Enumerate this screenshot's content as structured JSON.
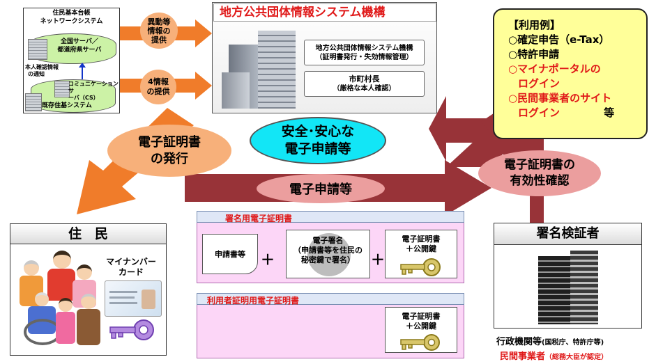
{
  "network": {
    "title_line1": "住民基本台帳",
    "title_line2": "ネットワークシステム",
    "prefectural_server_line1": "全国サーバ／",
    "prefectural_server_line2": "都道府県サーバ",
    "notice_line1": "本人確認情報",
    "notice_line2": "の通知",
    "cs_line1": "コミュニケーションサ",
    "cs_line2": "ーバ（CS）",
    "existing_system": "既存住基システム"
  },
  "arrows": {
    "transfer_info_line1": "異動等",
    "transfer_info_line2": "情報の",
    "transfer_info_line3": "提供",
    "four_info_line1": "4情報",
    "four_info_line2": "の提供"
  },
  "jlis": {
    "title": "地方公共団体情報システム機構",
    "desc_line1": "地方公共団体情報システム機構",
    "desc_line2": "（証明書発行・失効情報管理）",
    "mayor_line1": "市町村長",
    "mayor_line2": "（厳格な本人確認）"
  },
  "usage": {
    "heading": "【利用例】",
    "item1": "○確定申告（e-Tax）",
    "item2": "○特許申請",
    "item3_line1": "○マイナポータルの",
    "item3_line2": "ログイン",
    "item4_line1": "○民間事業者のサイト",
    "item4_line2": "ログイン",
    "item4_suffix": "等"
  },
  "ovals": {
    "issue_line1": "電子証明書",
    "issue_line2": "の発行",
    "safe_line1": "安全･安心な",
    "safe_line2": "電子申請等",
    "apply": "電子申請等",
    "validity_line1": "電子証明書の",
    "validity_line2": "有効性確認"
  },
  "resident": {
    "title": "住　民",
    "card_line1": "マイナンバー",
    "card_line2": "カード"
  },
  "signature_cert": {
    "tag": "署名用電子証明書",
    "application": "申請書等",
    "plus1": "＋",
    "sign_line1": "電子署名",
    "sign_line2": "（申請書等を住民の",
    "sign_line3": "秘密鍵で署名）",
    "plus2": "＋",
    "cert_line1": "電子証明書",
    "cert_line2": "＋公開鍵"
  },
  "user_cert": {
    "tag": "利用者証明用電子証明書",
    "cert_line1": "電子証明書",
    "cert_line2": "＋公開鍵"
  },
  "verifier": {
    "title": "署名検証者",
    "gov_main": "行政機関等",
    "gov_sub": "(国税庁、特許庁等)",
    "private_main": "民間事業者",
    "private_sub": "（総務大臣が認定）"
  },
  "colors": {
    "orange": "#f07c2a",
    "dark_red": "#983338",
    "pink_oval": "#eb9e9e",
    "cyan": "#12e6f6",
    "yellow": "#ffff99",
    "red_text": "#e01919",
    "pink_panel": "#fcd6f7"
  }
}
